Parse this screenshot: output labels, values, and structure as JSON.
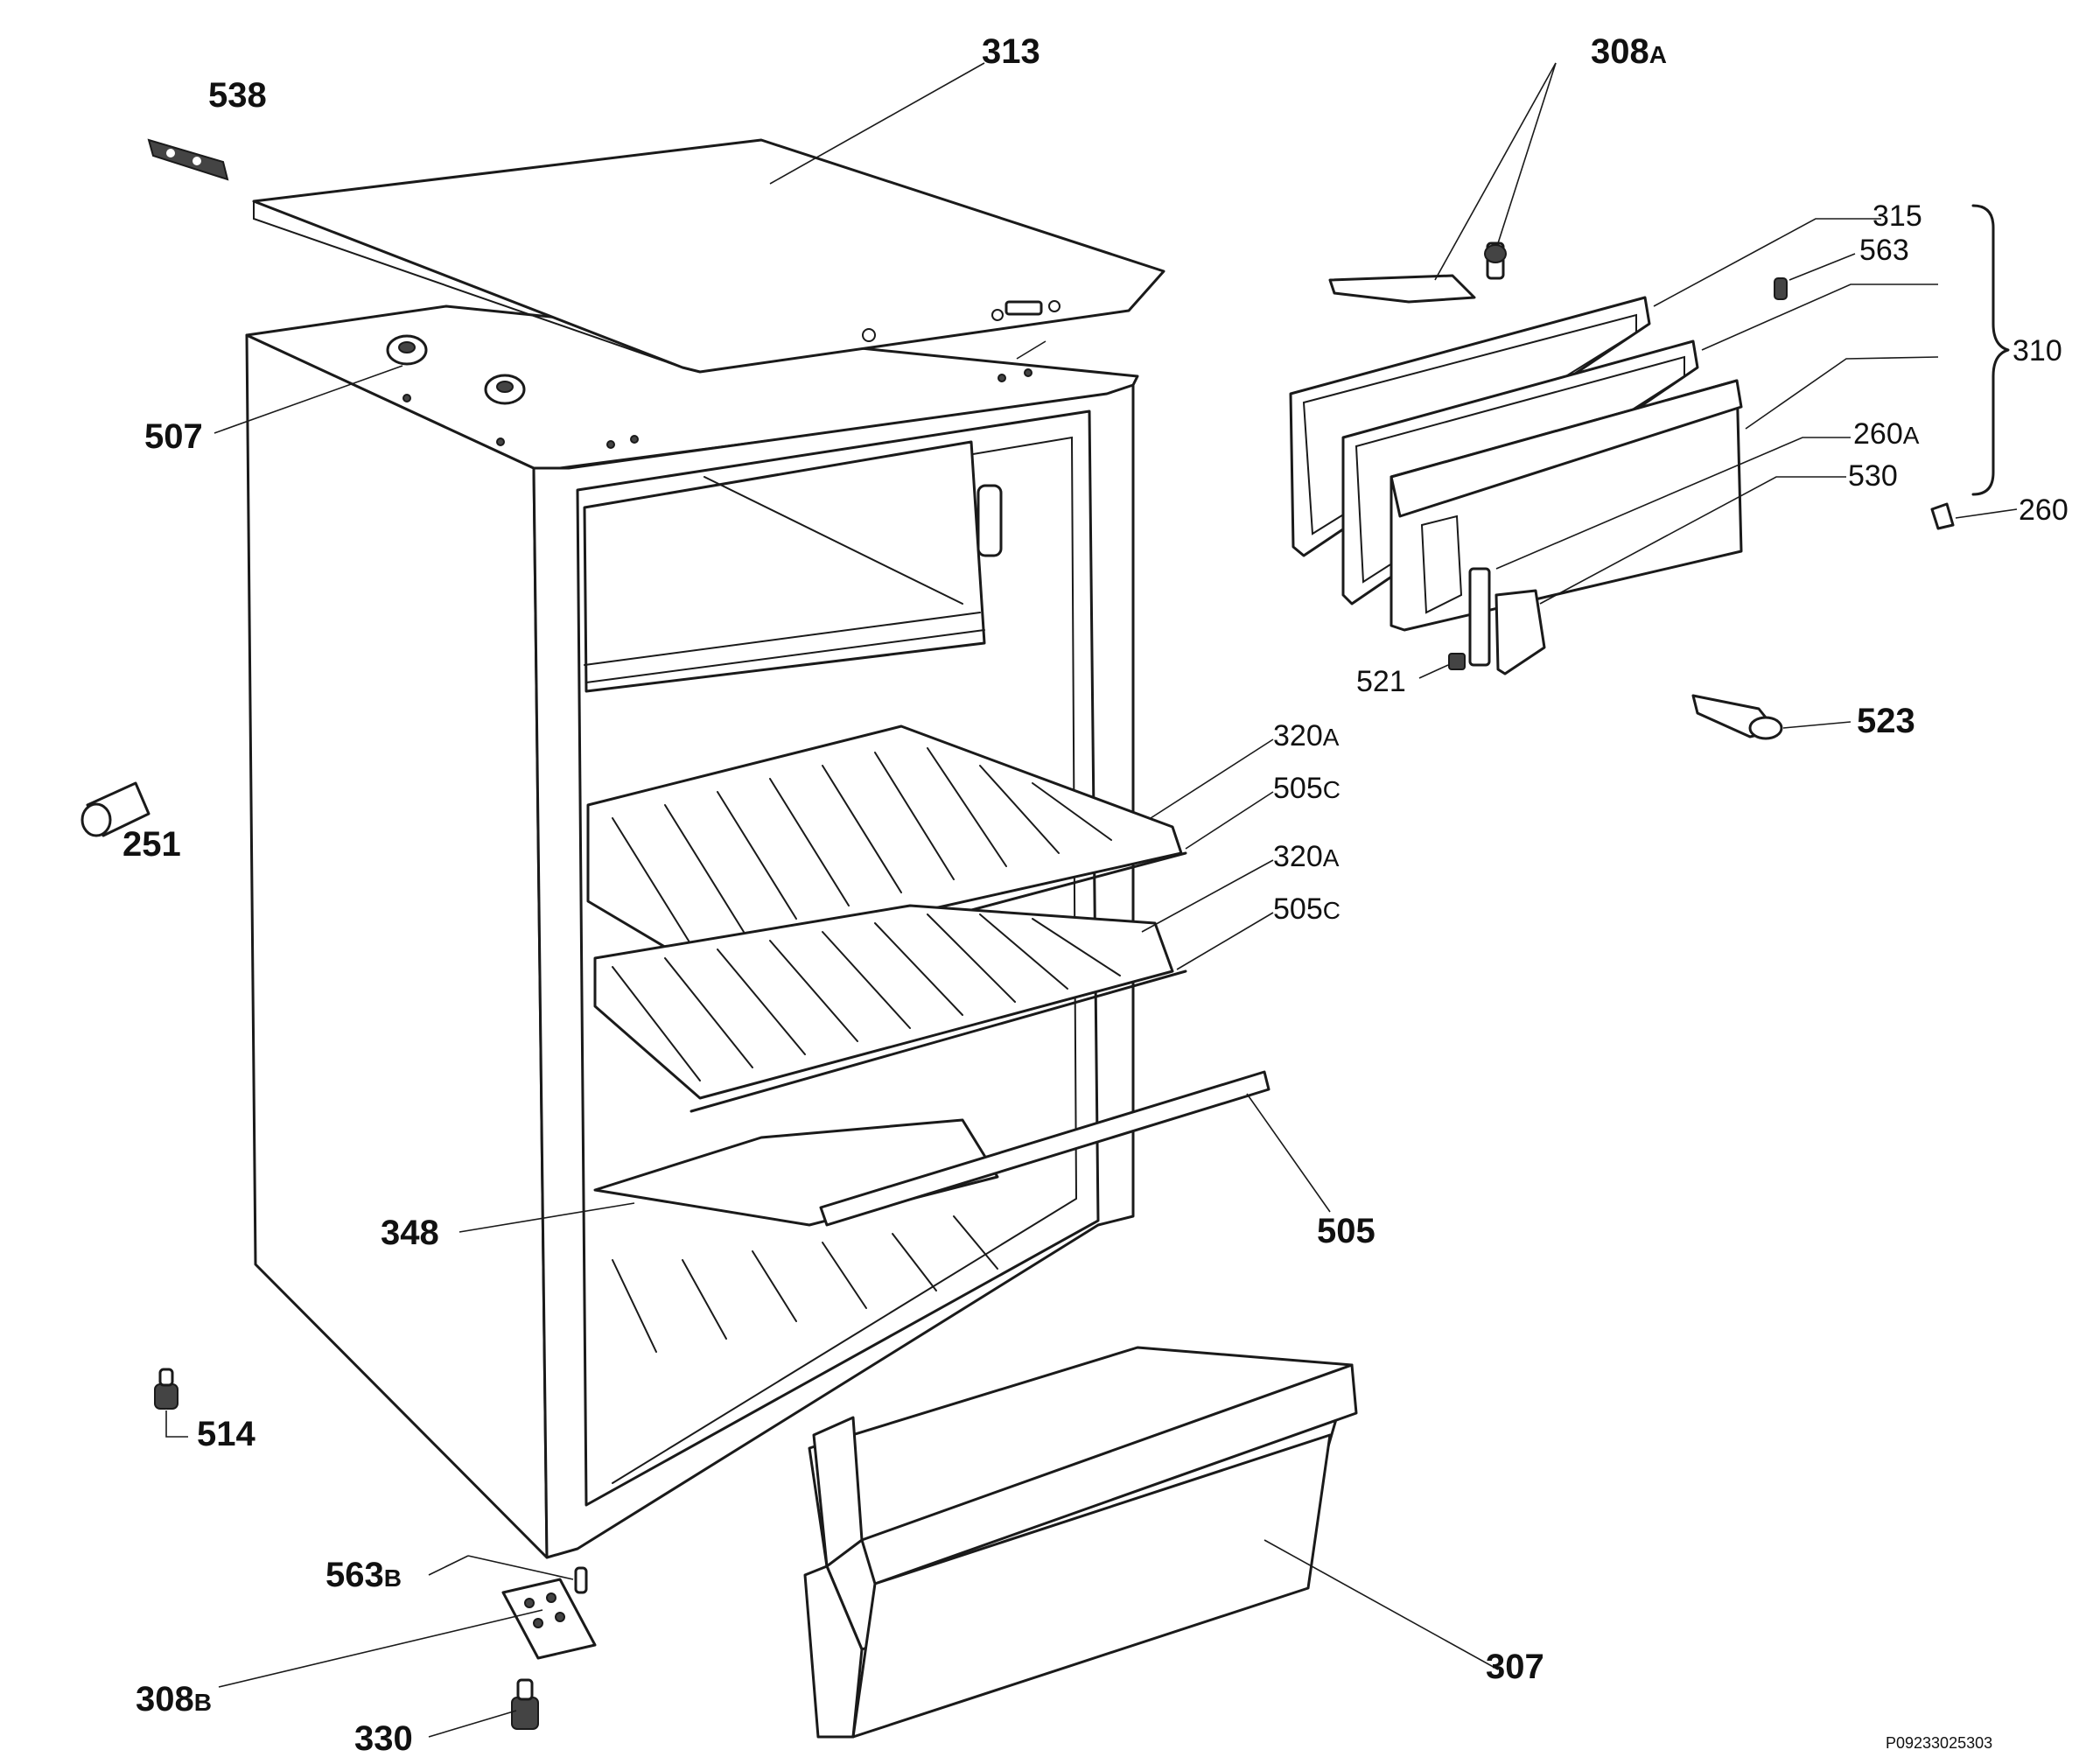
{
  "diagram": {
    "doc_code": "P09233025303",
    "callouts": {
      "c313": {
        "num": "313",
        "suffix": ""
      },
      "c538": {
        "num": "538",
        "suffix": ""
      },
      "c507": {
        "num": "507",
        "suffix": ""
      },
      "c251": {
        "num": "251",
        "suffix": ""
      },
      "c348": {
        "num": "348",
        "suffix": ""
      },
      "c514": {
        "num": "514",
        "suffix": ""
      },
      "c563b": {
        "num": "563",
        "suffix": "B"
      },
      "c308b": {
        "num": "308",
        "suffix": "B"
      },
      "c330": {
        "num": "330",
        "suffix": ""
      },
      "c307": {
        "num": "307",
        "suffix": ""
      },
      "c505": {
        "num": "505",
        "suffix": ""
      },
      "c320a_1": {
        "num": "320",
        "suffix": "A"
      },
      "c505c_1": {
        "num": "505",
        "suffix": "C"
      },
      "c320a_2": {
        "num": "320",
        "suffix": "A"
      },
      "c505c_2": {
        "num": "505",
        "suffix": "C"
      },
      "c308a": {
        "num": "308",
        "suffix": "A"
      },
      "c315": {
        "num": "315",
        "suffix": ""
      },
      "c563": {
        "num": "563",
        "suffix": ""
      },
      "c310": {
        "num": "310",
        "suffix": ""
      },
      "c260a": {
        "num": "260",
        "suffix": "A"
      },
      "c530": {
        "num": "530",
        "suffix": ""
      },
      "c260": {
        "num": "260",
        "suffix": ""
      },
      "c521": {
        "num": "521",
        "suffix": ""
      },
      "c523": {
        "num": "523",
        "suffix": ""
      }
    }
  }
}
